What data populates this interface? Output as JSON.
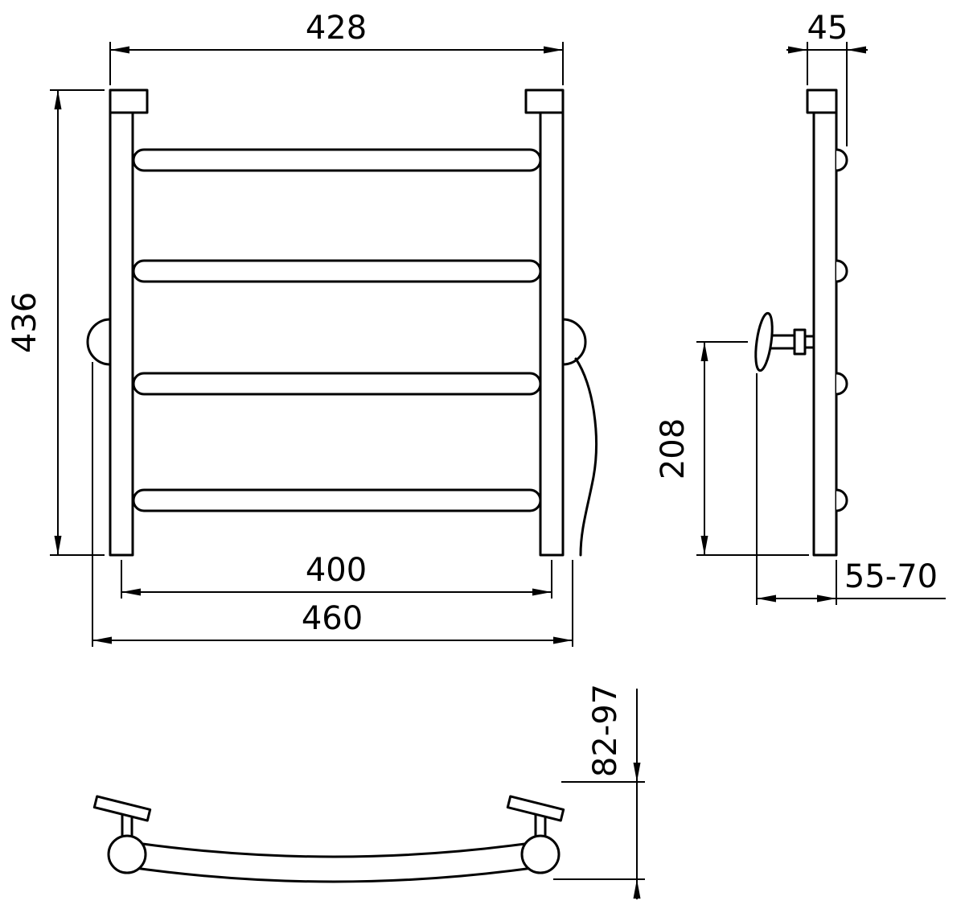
{
  "drawing": {
    "type": "towel-rail-technical-drawing",
    "background_color": "#ffffff",
    "line_color": "#000000",
    "front_view": {
      "dim_width_top": "428",
      "dim_height": "436",
      "dim_rail_width": "400",
      "dim_overall_width": "460"
    },
    "side_view": {
      "dim_depth": "45",
      "dim_bracket_height": "208",
      "dim_wall_clearance": "55-70"
    },
    "top_view": {
      "dim_projection": "82-97"
    }
  }
}
